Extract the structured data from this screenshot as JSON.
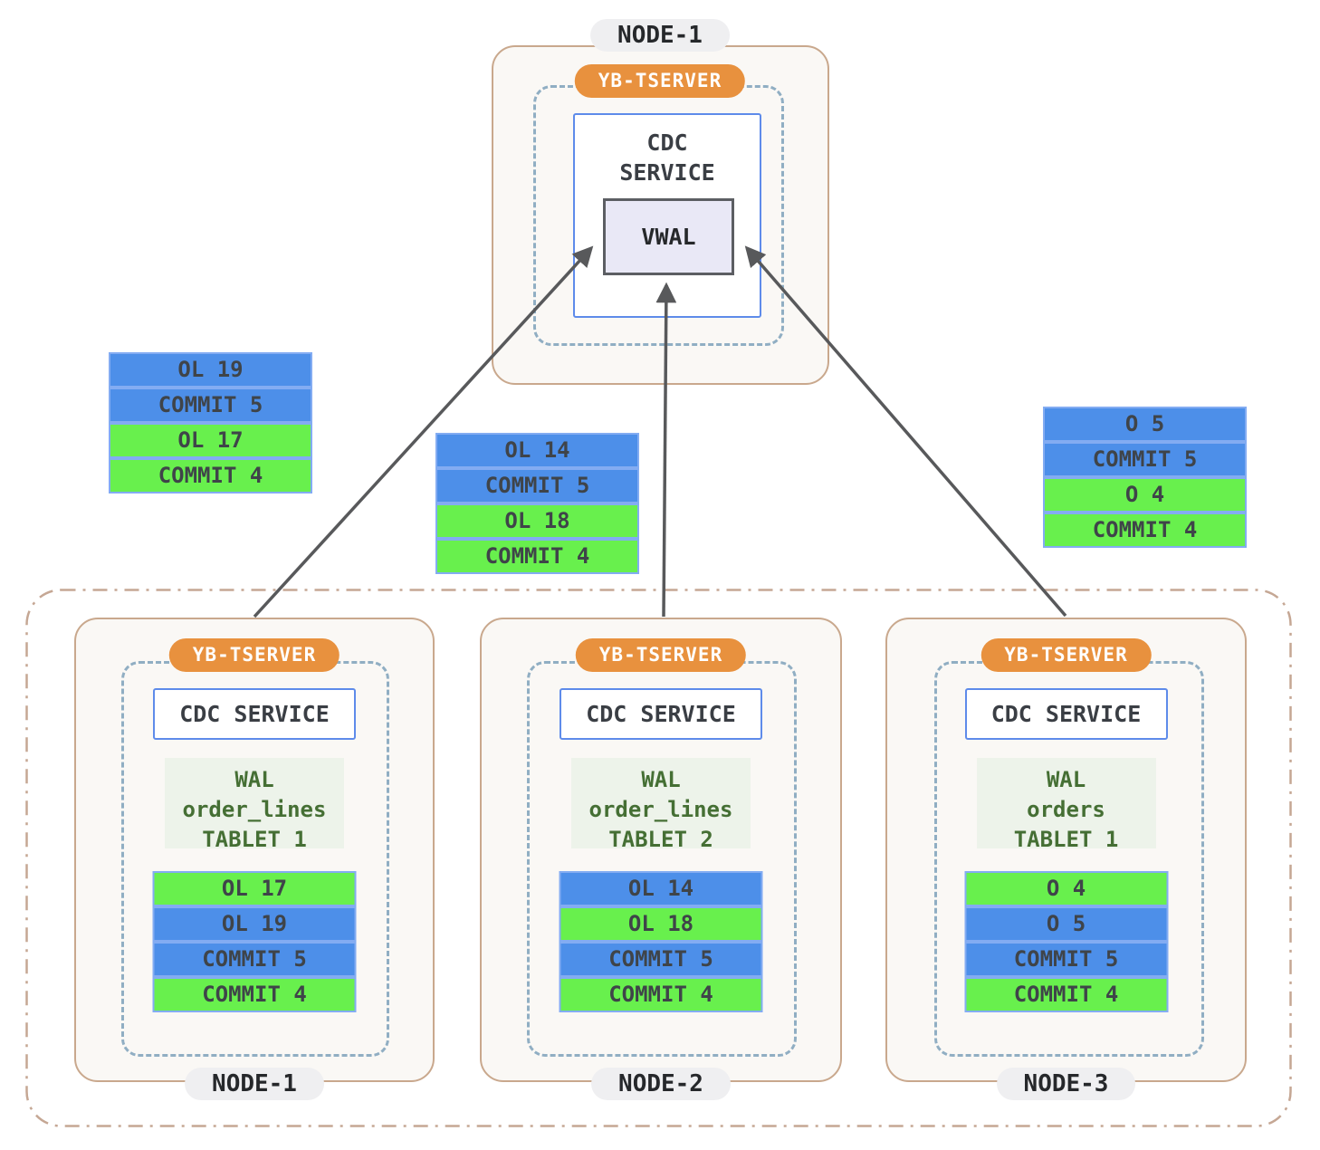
{
  "palette": {
    "accent_orange": "#E8913E",
    "bar_blue": "#4D8FE9",
    "bar_green": "#68F04D",
    "bar_border": "#83ACF2",
    "node_border": "#C9A88D",
    "dashed_border": "#90AEC3",
    "cdc_border": "#5E8BEA",
    "vwal_fill": "#E9E8F6",
    "wal_text_green": "#456F34",
    "arrow_gray": "#58595B"
  },
  "top_node": {
    "label": "NODE-1",
    "tserver_label": "YB-TSERVER",
    "cdc_lines": [
      "CDC",
      "SERVICE"
    ],
    "vwal_label": "VWAL"
  },
  "floating_stacks": {
    "left": {
      "entries": [
        {
          "label": "OL 19",
          "color": "blue"
        },
        {
          "label": "COMMIT 5",
          "color": "blue"
        },
        {
          "label": "OL 17",
          "color": "green"
        },
        {
          "label": "COMMIT 4",
          "color": "green"
        }
      ]
    },
    "middle": {
      "entries": [
        {
          "label": "OL 14",
          "color": "blue"
        },
        {
          "label": "COMMIT 5",
          "color": "blue"
        },
        {
          "label": "OL 18",
          "color": "green"
        },
        {
          "label": "COMMIT 4",
          "color": "green"
        }
      ]
    },
    "right": {
      "entries": [
        {
          "label": "O 5",
          "color": "blue"
        },
        {
          "label": "COMMIT 5",
          "color": "blue"
        },
        {
          "label": "O 4",
          "color": "green"
        },
        {
          "label": "COMMIT 4",
          "color": "green"
        }
      ]
    }
  },
  "cluster": {
    "nodes": [
      {
        "label": "NODE-1",
        "tserver_label": "YB-TSERVER",
        "cdc_label": "CDC SERVICE",
        "wal_lines": [
          "WAL",
          "order_lines",
          "TABLET 1"
        ],
        "entries": [
          {
            "label": "OL 17",
            "color": "green"
          },
          {
            "label": "OL 19",
            "color": "blue"
          },
          {
            "label": "COMMIT 5",
            "color": "blue"
          },
          {
            "label": "COMMIT 4",
            "color": "green"
          }
        ]
      },
      {
        "label": "NODE-2",
        "tserver_label": "YB-TSERVER",
        "cdc_label": "CDC SERVICE",
        "wal_lines": [
          "WAL",
          "order_lines",
          "TABLET 2"
        ],
        "entries": [
          {
            "label": "OL 14",
            "color": "blue"
          },
          {
            "label": "OL 18",
            "color": "green"
          },
          {
            "label": "COMMIT 5",
            "color": "blue"
          },
          {
            "label": "COMMIT 4",
            "color": "green"
          }
        ]
      },
      {
        "label": "NODE-3",
        "tserver_label": "YB-TSERVER",
        "cdc_label": "CDC SERVICE",
        "wal_lines": [
          "WAL",
          "orders",
          "TABLET 1"
        ],
        "entries": [
          {
            "label": "O 4",
            "color": "green"
          },
          {
            "label": "O 5",
            "color": "blue"
          },
          {
            "label": "COMMIT 5",
            "color": "blue"
          },
          {
            "label": "COMMIT 4",
            "color": "green"
          }
        ]
      }
    ]
  }
}
